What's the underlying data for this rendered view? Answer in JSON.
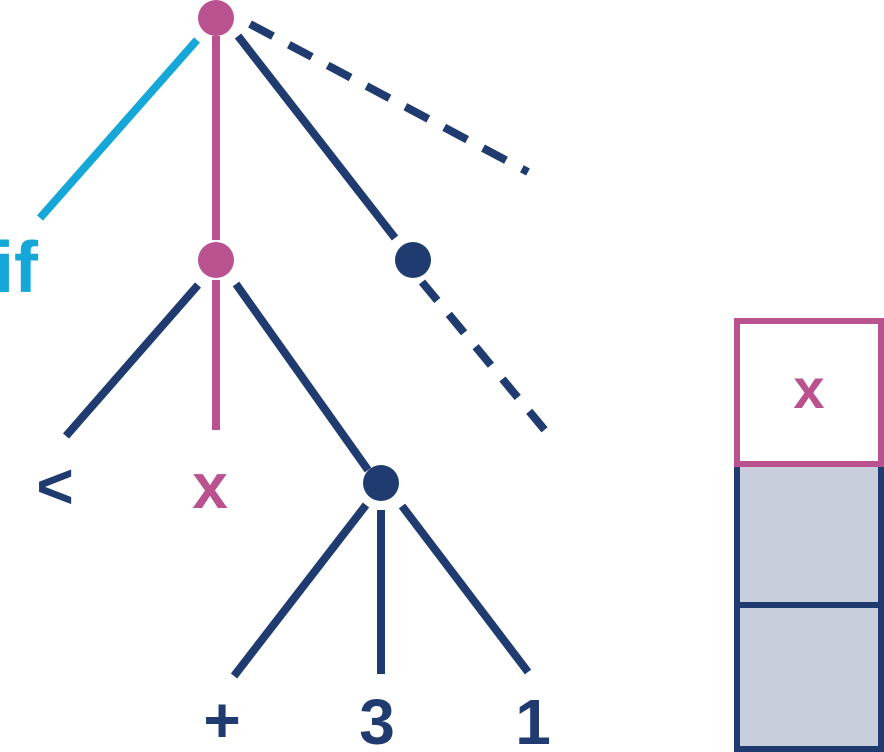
{
  "colors": {
    "magenta": "#b9528f",
    "navy": "#1f3b70",
    "cyan": "#14a7d8",
    "stack_fill": "#c8cedc"
  },
  "tree": {
    "labels": {
      "if": "if",
      "less_than": "<",
      "x": "x",
      "plus": "+",
      "three": "3",
      "one": "1"
    }
  },
  "stack": {
    "cells": [
      "x",
      "",
      ""
    ]
  }
}
